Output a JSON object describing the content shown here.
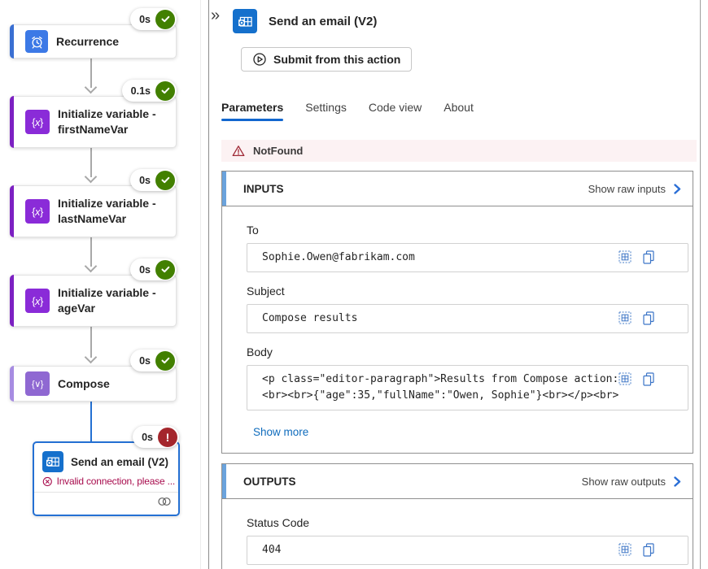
{
  "canvas": {
    "nodes": [
      {
        "title": "Recurrence",
        "duration": "0s",
        "status": "success"
      },
      {
        "title": "Initialize variable - firstNameVar",
        "duration": "0.1s",
        "status": "success"
      },
      {
        "title": "Initialize variable - lastNameVar",
        "duration": "0s",
        "status": "success"
      },
      {
        "title": "Initialize variable - ageVar",
        "duration": "0s",
        "status": "success"
      },
      {
        "title": "Compose",
        "duration": "0s",
        "status": "success"
      },
      {
        "title": "Send an email (V2)",
        "duration": "0s",
        "status": "error",
        "error_message": "Invalid connection, please ..."
      }
    ]
  },
  "panel": {
    "header": {
      "title": "Send an email (V2)",
      "submit_label": "Submit from this action"
    },
    "tabs": [
      "Parameters",
      "Settings",
      "Code view",
      "About"
    ],
    "active_tab": "Parameters",
    "alert_text": "NotFound",
    "inputs": {
      "title": "INPUTS",
      "raw_link": "Show raw inputs",
      "fields": [
        {
          "label": "To",
          "value": "Sophie.Owen@fabrikam.com"
        },
        {
          "label": "Subject",
          "value": "Compose results"
        },
        {
          "label": "Body",
          "value": "<p class=\"editor-paragraph\">Results from Compose action: <br><br>{\"age\":35,\"fullName\":\"Owen, Sophie\"}<br></p><br>"
        }
      ],
      "show_more": "Show more"
    },
    "outputs": {
      "title": "OUTPUTS",
      "raw_link": "Show raw outputs",
      "fields": [
        {
          "label": "Status Code",
          "value": "404"
        }
      ]
    }
  },
  "colors": {
    "success_green": "#428000",
    "error_badge_red": "#a4262c",
    "error_text": "#a80d4e",
    "selected_blue": "#2470d3",
    "recurrence_blue": "#3c79e6",
    "variable_purple": "#8a2bd8",
    "compose_purple": "#8f68d2",
    "outlook_blue": "#1570cc",
    "section_accent": "#6ba3dc",
    "banner_pink": "#fcf2f3",
    "tab_underline": "#1267cf",
    "link_blue": "#0f6cbd"
  }
}
